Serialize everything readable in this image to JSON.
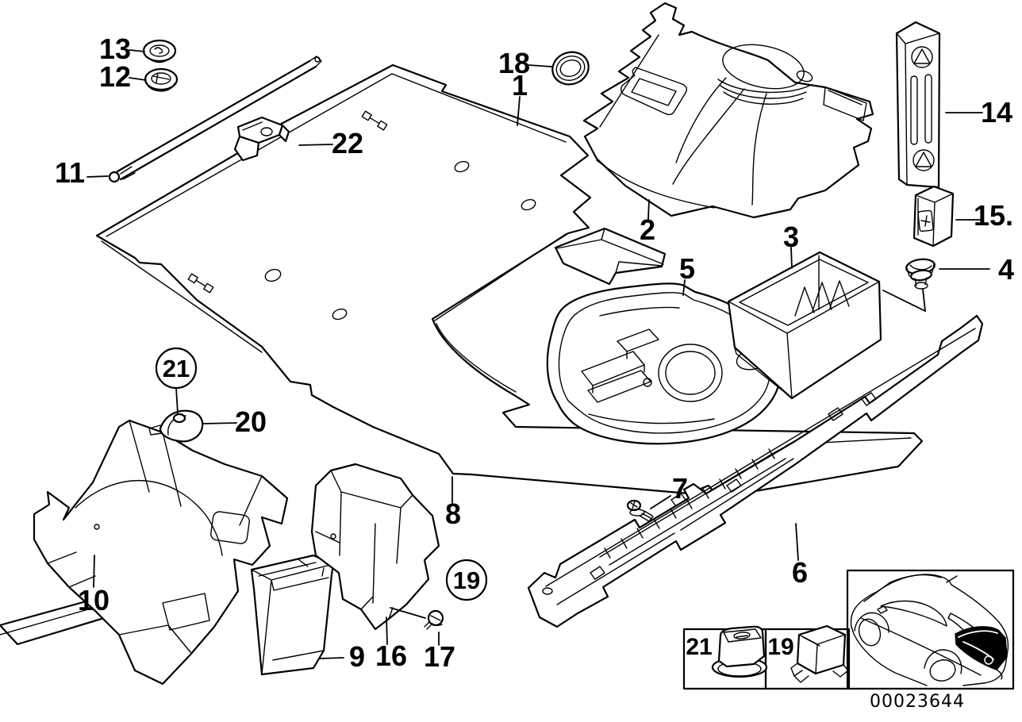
{
  "canvas": {
    "background": "#ffffff",
    "line_color": "#000000"
  },
  "callouts": {
    "n1": "1",
    "n2": "2",
    "n3": "3",
    "n4": "4",
    "n5": "5",
    "n6": "6",
    "n7": "7",
    "n8": "8",
    "n9": "9",
    "n10": "10",
    "n11": "11",
    "n12": "12",
    "n13": "13",
    "n14": "14",
    "n15": "15.",
    "n16": "16",
    "n17": "17",
    "n18": "18",
    "n19": "19",
    "n20": "20",
    "n21": "21",
    "n22": "22"
  },
  "legend": {
    "nut_label": "21",
    "clip_label": "19"
  },
  "footer": {
    "drawing_number": "00023644"
  }
}
